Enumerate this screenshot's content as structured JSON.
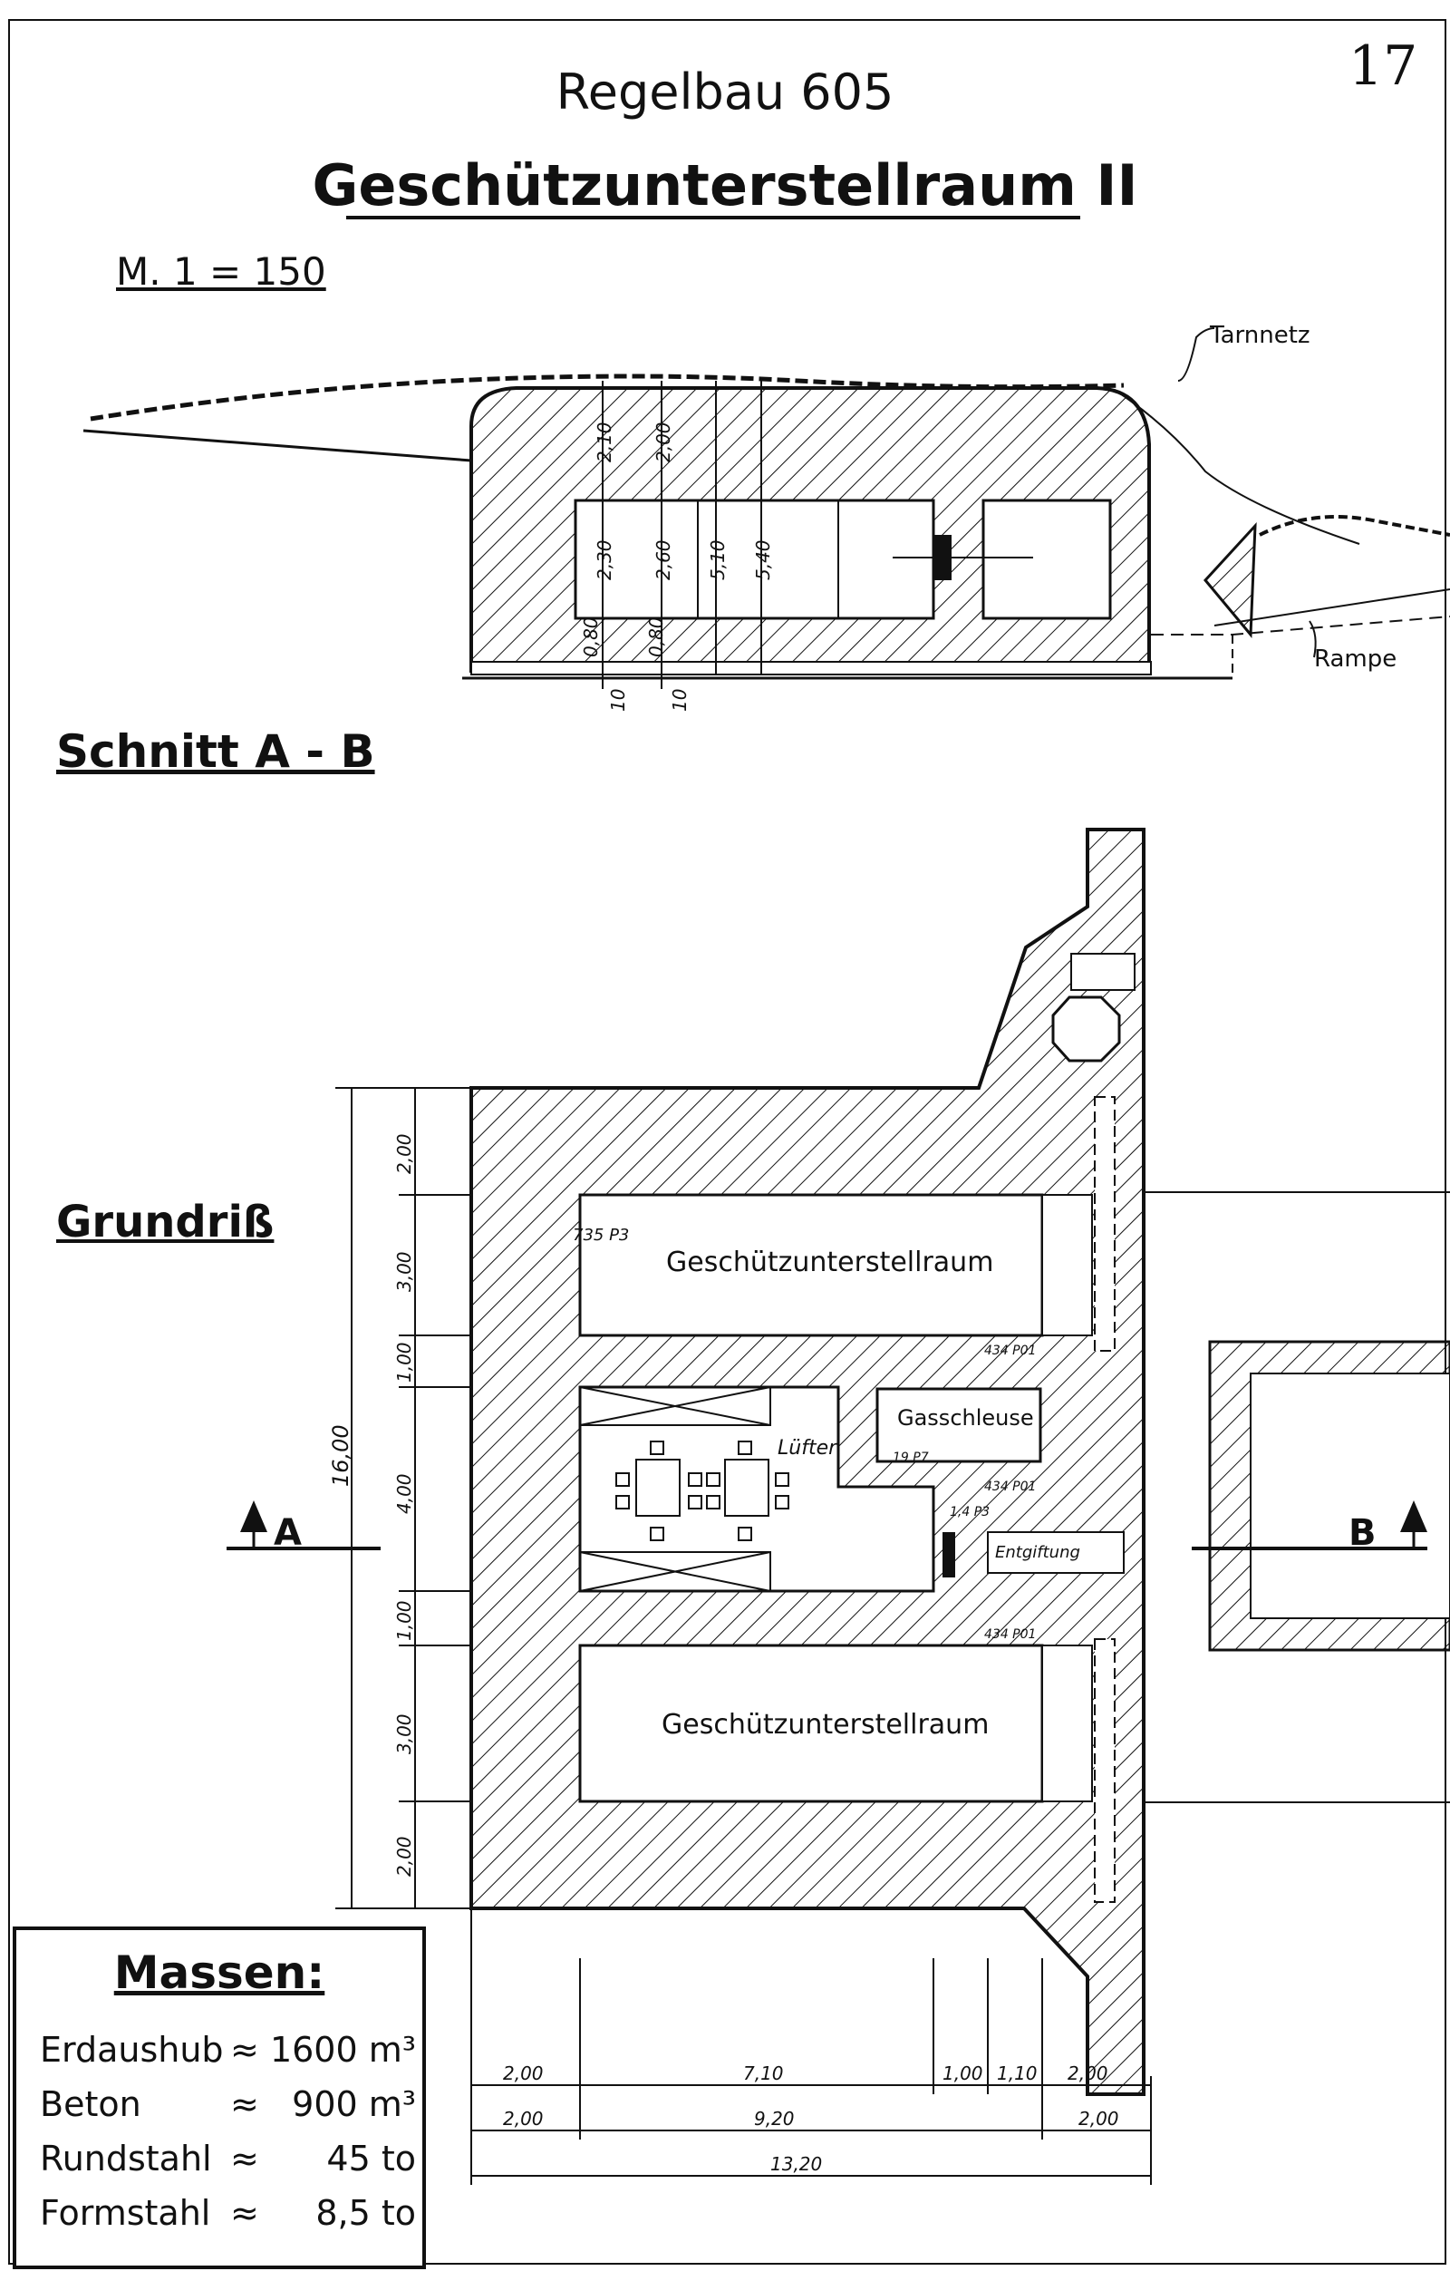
{
  "page_number": "17",
  "title": "Regelbau 605",
  "subtitle": "Geschützunterstellraum II",
  "scale": "M. 1 = 150",
  "section": {
    "label": "Schnitt A - B",
    "annotations": {
      "camouflage_net": "Tarnnetz",
      "ramp": "Rampe"
    },
    "dims": [
      "2,10",
      "2,00",
      "2,30",
      "2,60",
      "5,10",
      "5,40",
      "0,80",
      "0,80",
      "10",
      "10"
    ]
  },
  "plan": {
    "label": "Grundriß",
    "section_marks": [
      "A",
      "B"
    ],
    "rooms": {
      "gun_room": "Geschützunterstellraum",
      "gas_lock": "Gasschleuse",
      "ventilator": "Lüfter",
      "vent": "Entgiftung"
    },
    "small_labels": [
      "735 P3",
      "434 P01",
      "19 P7",
      "434 P01",
      "434 P01",
      "1,4 P3"
    ],
    "vertical_dims": [
      "16,00",
      "2,00",
      "3,00",
      "1,00",
      "4,00",
      "1,00",
      "3,00",
      "2,00"
    ],
    "horizontal_dims_row1": [
      "2,00",
      "7,10",
      "1,00",
      "1,10",
      "2,00"
    ],
    "horizontal_dims_row2": [
      "2,00",
      "9,20",
      "2,00"
    ],
    "horizontal_dims_row3": [
      "13,20"
    ]
  },
  "masses": {
    "title": "Massen:",
    "rows": [
      {
        "label": "Erdaushub",
        "approx": "≈",
        "value": "1600 m³"
      },
      {
        "label": "Beton",
        "approx": "≈",
        "value": "900 m³"
      },
      {
        "label": "Rundstahl",
        "approx": "≈",
        "value": "45 to"
      },
      {
        "label": "Formstahl",
        "approx": "≈",
        "value": "8,5 to"
      }
    ]
  }
}
